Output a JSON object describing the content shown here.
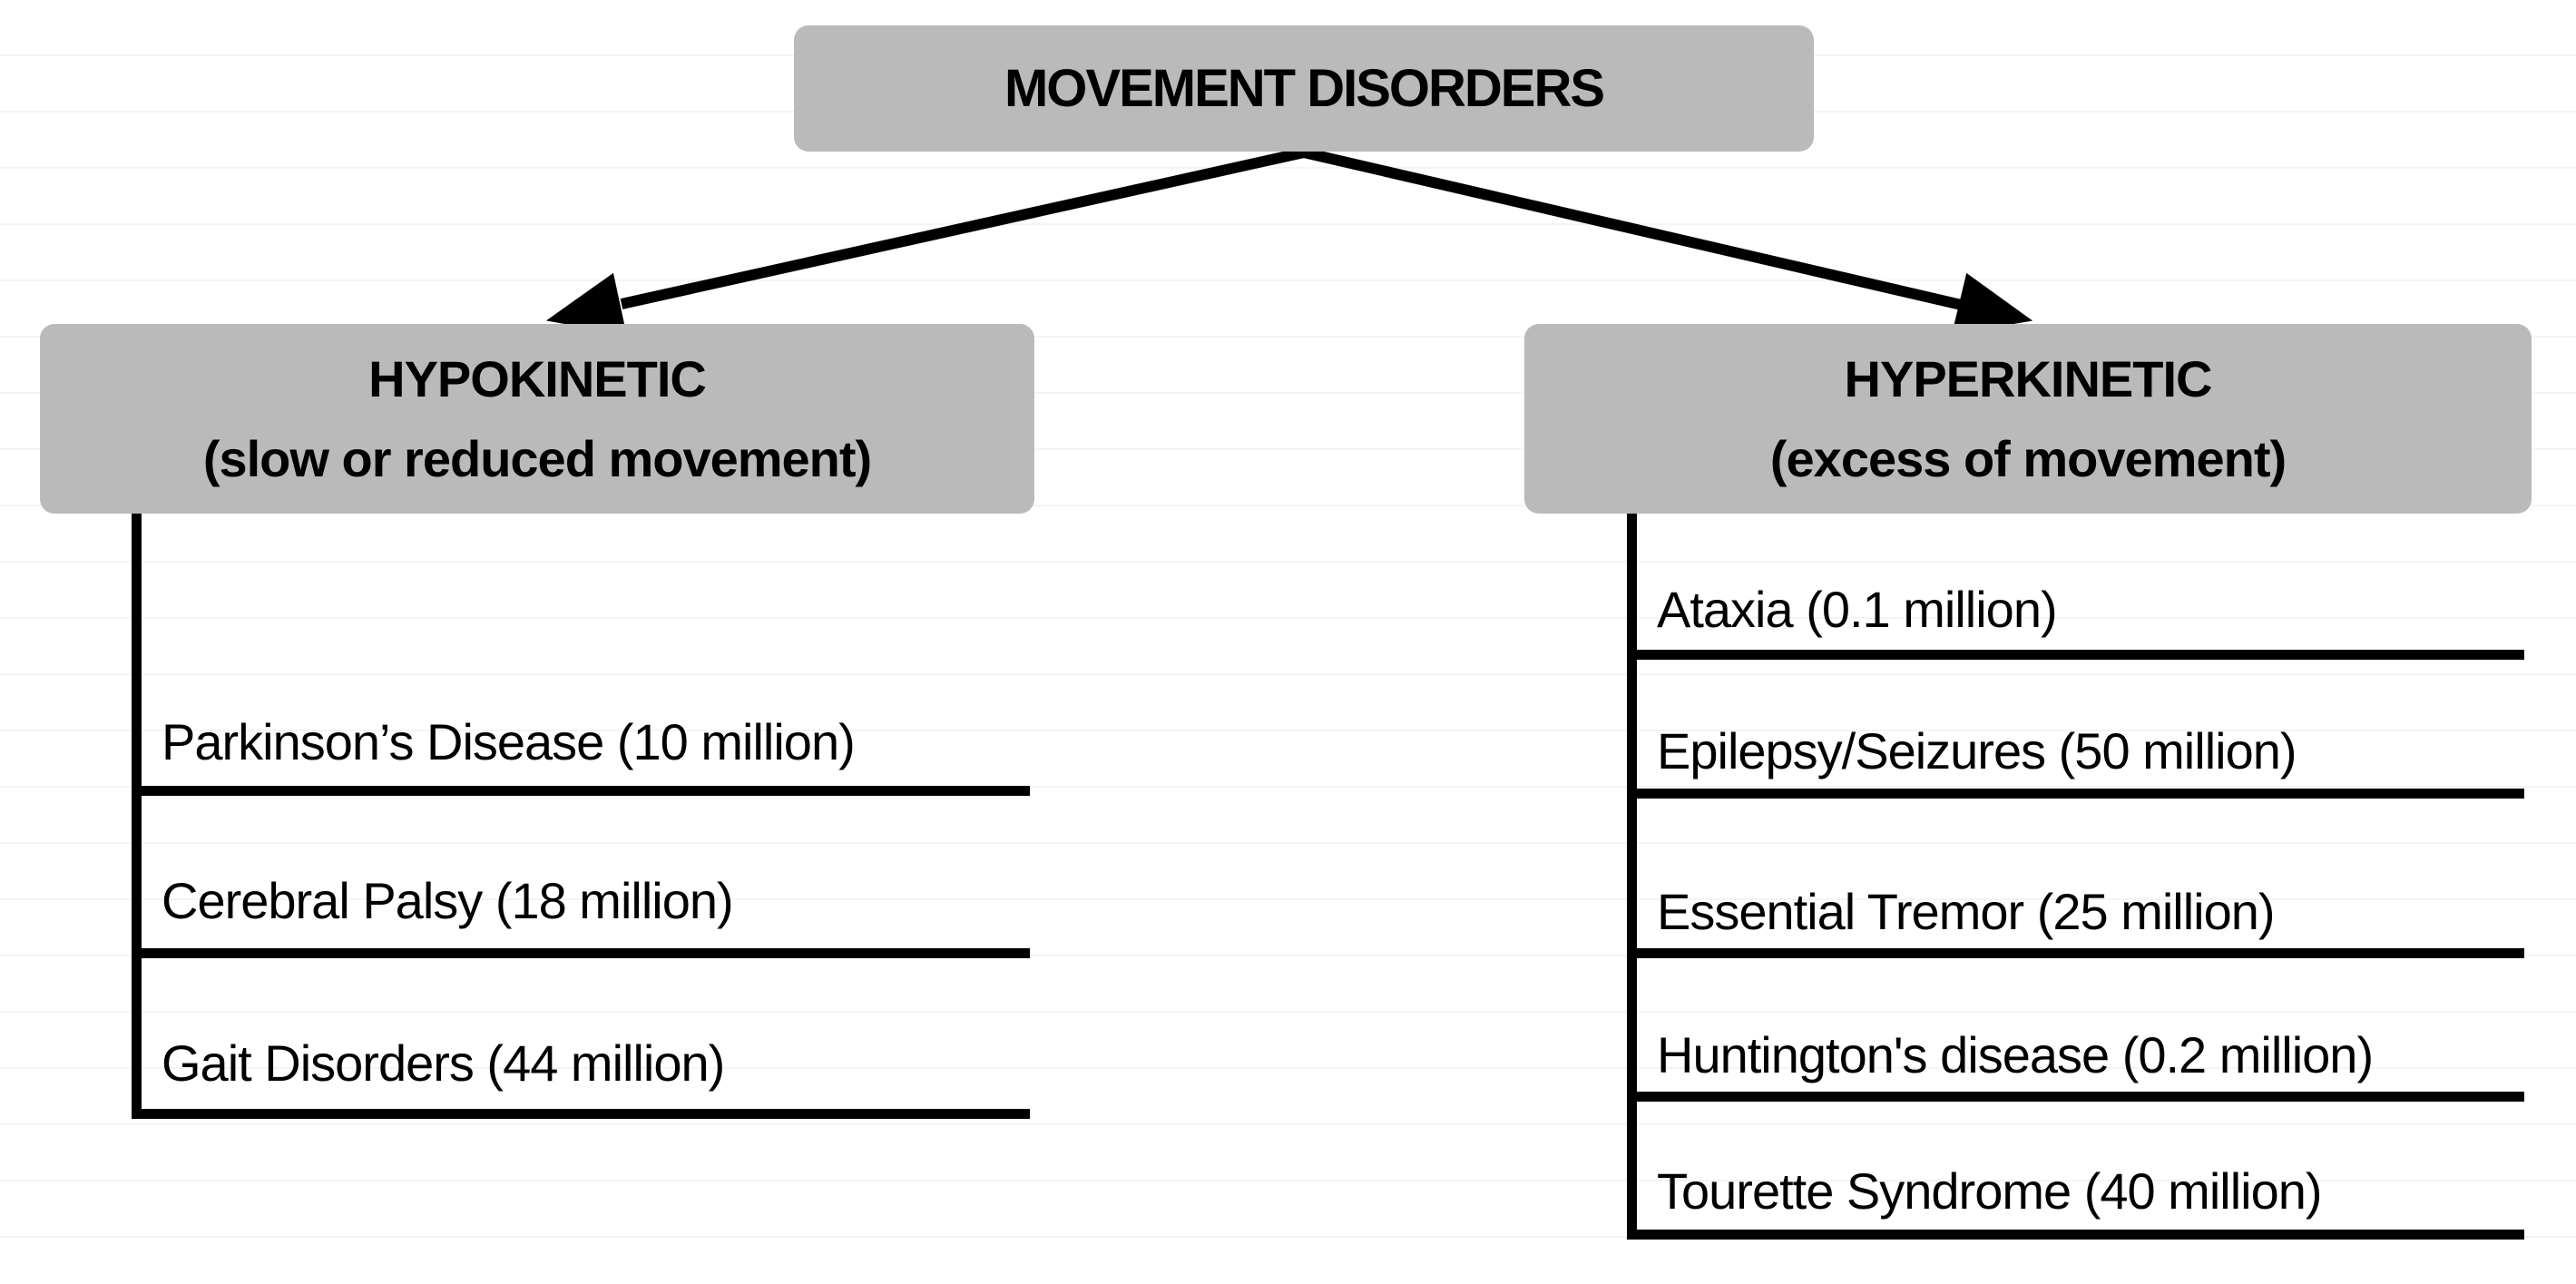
{
  "diagram": {
    "title": "MOVEMENT DISORDERS",
    "branches": [
      {
        "heading": "HYPOKINETIC",
        "subheading": "(slow or reduced movement)",
        "items": [
          {
            "name": "Parkinson’s Disease",
            "prevalence": "10 million",
            "text": "Parkinson’s Disease (10 million)"
          },
          {
            "name": "Cerebral Palsy",
            "prevalence": "18 million",
            "text": "Cerebral Palsy (18 million)"
          },
          {
            "name": "Gait Disorders",
            "prevalence": "44 million",
            "text": "Gait Disorders (44 million)"
          }
        ]
      },
      {
        "heading": "HYPERKINETIC",
        "subheading": "(excess of movement)",
        "items": [
          {
            "name": "Ataxia",
            "prevalence": "0.1 million",
            "text": "Ataxia (0.1 million)"
          },
          {
            "name": "Epilepsy/Seizures",
            "prevalence": "50 million",
            "text": "Epilepsy/Seizures (50 million)"
          },
          {
            "name": "Essential Tremor",
            "prevalence": "25 million",
            "text": "Essential Tremor (25 million)"
          },
          {
            "name": "Huntington's disease",
            "prevalence": "0.2 million",
            "text": "Huntington's disease (0.2 million)"
          },
          {
            "name": "Tourette Syndrome",
            "prevalence": "40 million",
            "text": "Tourette Syndrome (40 million)"
          }
        ]
      }
    ],
    "colors": {
      "box_fill": "#bababa",
      "line": "#000000",
      "background": "#ffffff",
      "gridline": "#f4f4f4"
    }
  }
}
